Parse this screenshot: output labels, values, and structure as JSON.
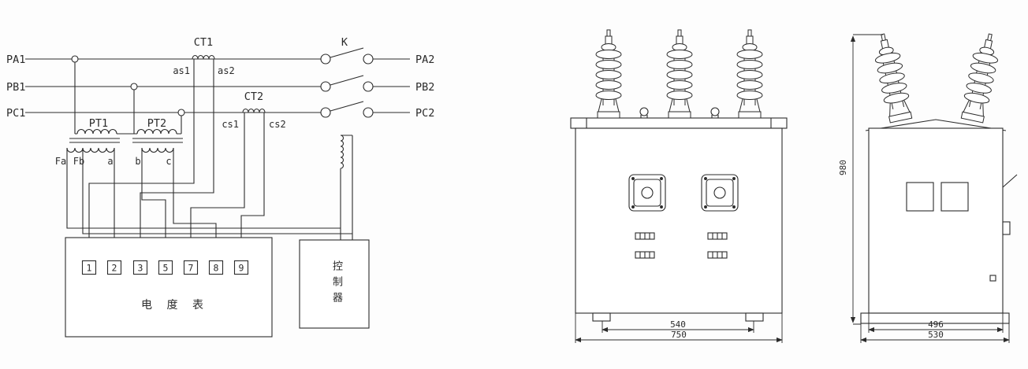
{
  "schematic": {
    "phases": [
      {
        "input": "PA1",
        "output": "PA2"
      },
      {
        "input": "PB1",
        "output": "PB2"
      },
      {
        "input": "PC1",
        "output": "PC2"
      }
    ],
    "switch_label": "K",
    "ct1": {
      "label": "CT1",
      "s1": "as1",
      "s2": "as2"
    },
    "ct2": {
      "label": "CT2",
      "s1": "cs1",
      "s2": "cs2"
    },
    "pt1_label": "PT1",
    "pt2_label": "PT2",
    "secondary_terminals": [
      "Fa",
      "Fb",
      "a",
      "b",
      "c"
    ],
    "meter": {
      "terminals": [
        "1",
        "2",
        "3",
        "5",
        "7",
        "8",
        "9"
      ],
      "label": "电 度 表"
    },
    "controller_label": "控制器"
  },
  "front_view": {
    "dims": {
      "feet_span": "540",
      "overall_width": "750"
    }
  },
  "side_view": {
    "dims": {
      "height": "980",
      "body_width": "496",
      "base_width": "530"
    }
  }
}
